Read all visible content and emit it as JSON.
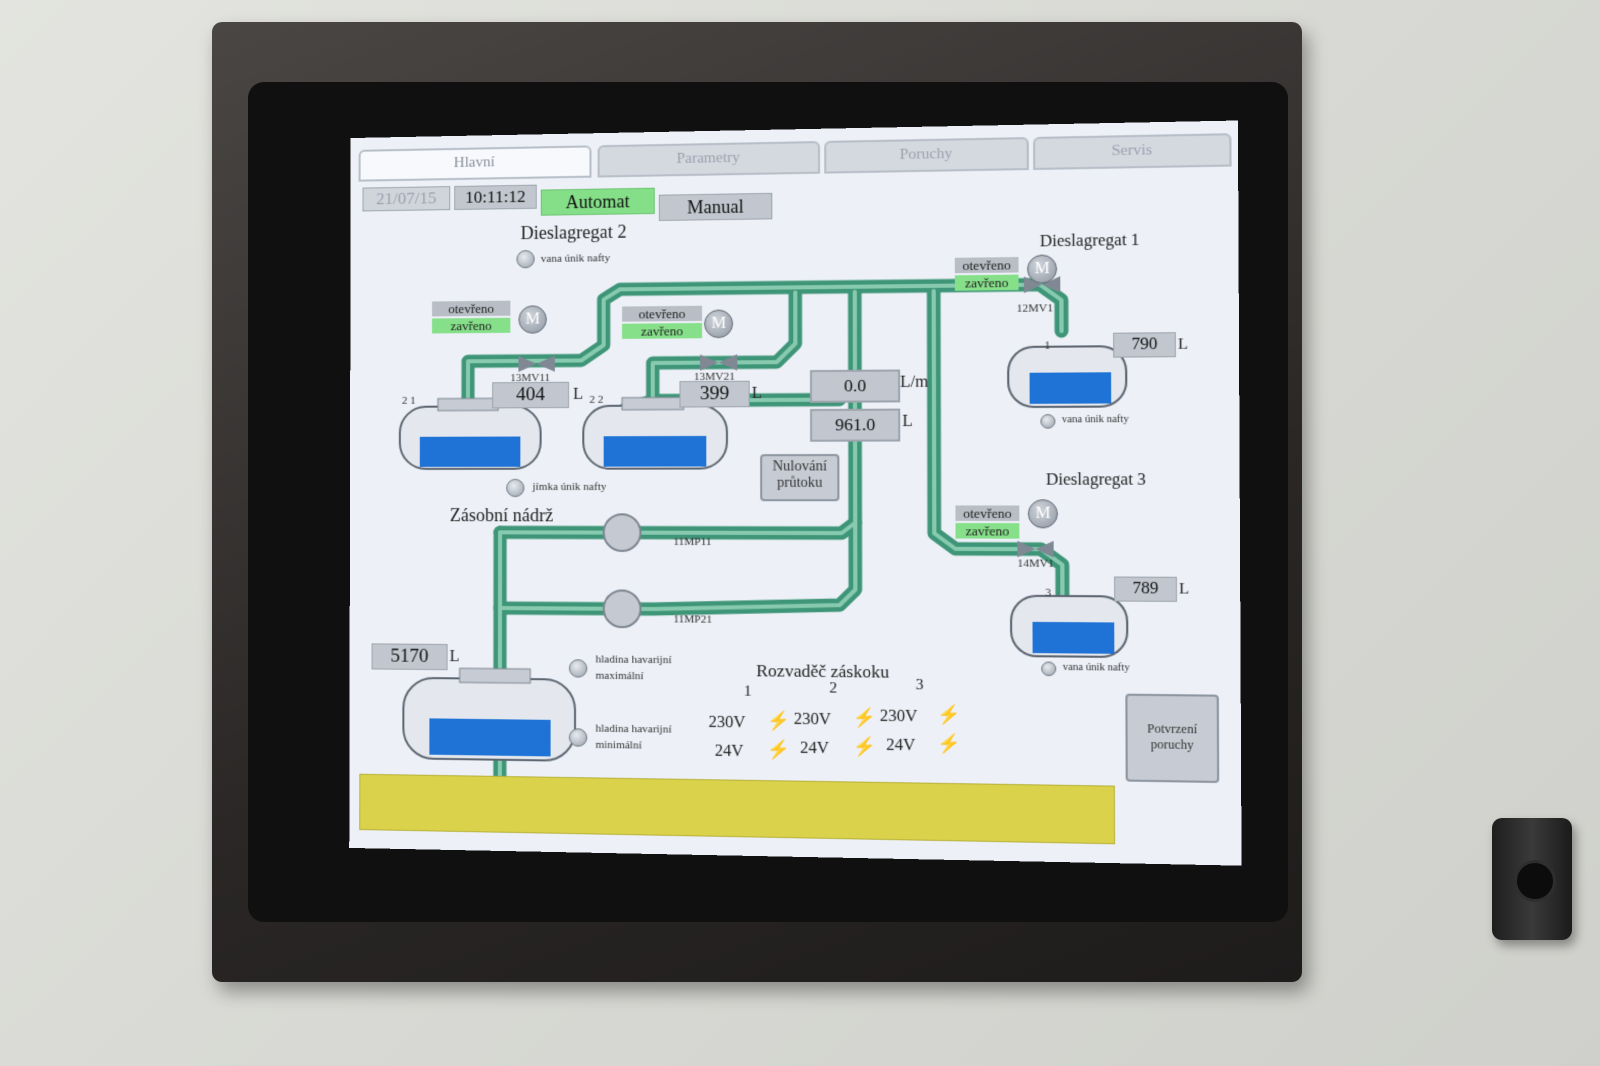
{
  "tabs": [
    "Hlavní",
    "Parametry",
    "Poruchy",
    "Servis"
  ],
  "date": "21/07/15",
  "time": "10:11:12",
  "mode_auto": "Automat",
  "mode_manual": "Manual",
  "gens": {
    "g2": {
      "title": "Dieslagregat 2",
      "leak": "vana únik nafty",
      "sump": "jímka únik nafty"
    },
    "g1": {
      "title": "Dieslagregat 1",
      "leak": "vana únik nafty"
    },
    "g3": {
      "title": "Dieslagregat 3",
      "leak": "vana únik nafty"
    }
  },
  "valves": {
    "v11": {
      "open": "otevřeno",
      "closed": "zavřeno",
      "name": "13MV11"
    },
    "v21": {
      "open": "otevřeno",
      "closed": "zavřeno",
      "name": "13MV21"
    },
    "v1": {
      "open": "otevřeno",
      "closed": "zavřeno",
      "name": "12MV1"
    },
    "v3": {
      "open": "otevřeno",
      "closed": "zavřeno",
      "name": "14MV1"
    },
    "motor_letter": "M"
  },
  "tanks": {
    "t21": {
      "id": "2 1",
      "value": "404",
      "unit": "L"
    },
    "t22": {
      "id": "2 2",
      "value": "399",
      "unit": "L"
    },
    "t1": {
      "id": "1",
      "value": "790",
      "unit": "L"
    },
    "t3": {
      "id": "3",
      "value": "789",
      "unit": "L"
    },
    "main": {
      "title": "Zásobní nádrž",
      "value": "5170",
      "unit": "L"
    }
  },
  "flow": {
    "rate": "0.0",
    "rate_unit": "L/m",
    "total": "961.0",
    "total_unit": "L",
    "reset_l1": "Nulování",
    "reset_l2": "průtoku"
  },
  "pumps": {
    "p1": "11MP11",
    "p2": "11MP21"
  },
  "levels": {
    "max_l1": "hladina havarijní",
    "max_l2": "maximální",
    "min_l1": "hladina havarijní",
    "min_l2": "minimální"
  },
  "switch": {
    "title": "Rozvaděč záskoku",
    "cols": [
      "1",
      "2",
      "3"
    ],
    "v230": "230V",
    "v24": "24V"
  },
  "ack": {
    "l1": "Potvrzení",
    "l2": "poruchy"
  },
  "colors": {
    "pipe": "#4ea886",
    "pipe_light": "#8fd3b6",
    "water": "#1f73d6",
    "alarm_bar": "#d9d24a",
    "closed": "#86e08a",
    "open": "#b9bec6"
  }
}
